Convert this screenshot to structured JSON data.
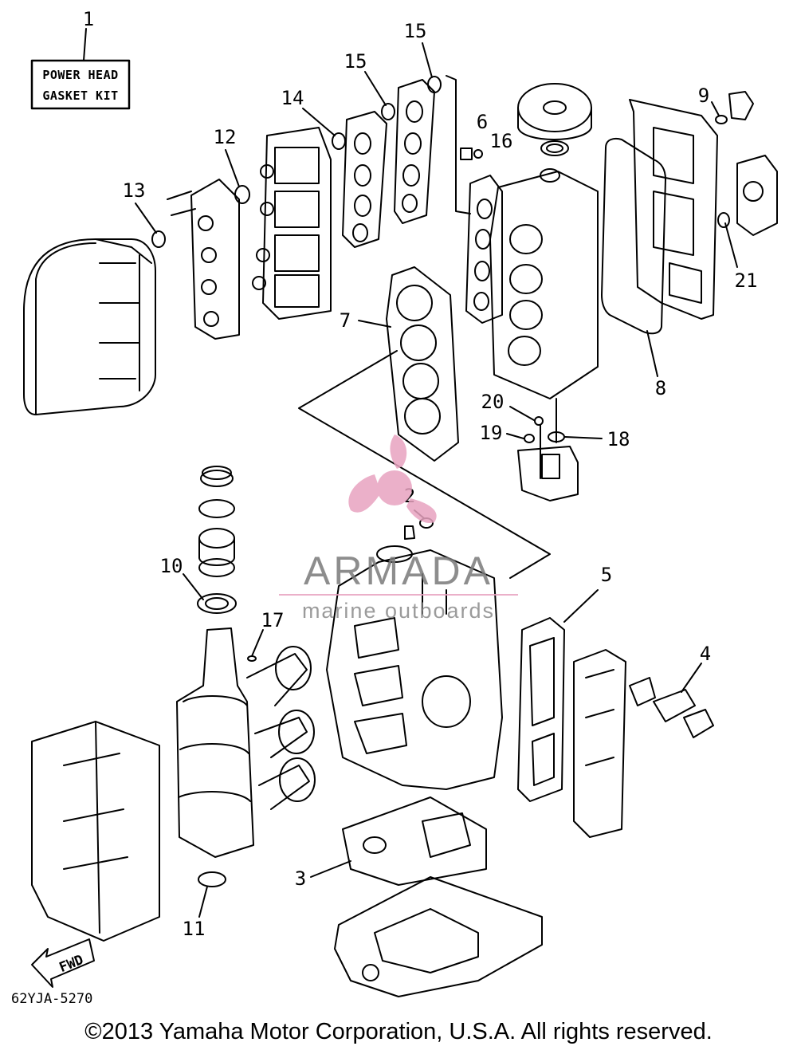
{
  "kit_box": {
    "line1": "POWER HEAD",
    "line2": "GASKET KIT"
  },
  "callouts": [
    {
      "id": "c1",
      "label": "1"
    },
    {
      "id": "c2",
      "label": "2"
    },
    {
      "id": "c3",
      "label": "3"
    },
    {
      "id": "c4",
      "label": "4"
    },
    {
      "id": "c5",
      "label": "5"
    },
    {
      "id": "c6",
      "label": "6"
    },
    {
      "id": "c7",
      "label": "7"
    },
    {
      "id": "c8",
      "label": "8"
    },
    {
      "id": "c9",
      "label": "9"
    },
    {
      "id": "c10",
      "label": "10"
    },
    {
      "id": "c11",
      "label": "11"
    },
    {
      "id": "c12",
      "label": "12"
    },
    {
      "id": "c13",
      "label": "13"
    },
    {
      "id": "c14",
      "label": "14"
    },
    {
      "id": "c15a",
      "label": "15"
    },
    {
      "id": "c15b",
      "label": "15"
    },
    {
      "id": "c16",
      "label": "16"
    },
    {
      "id": "c17",
      "label": "17"
    },
    {
      "id": "c18",
      "label": "18"
    },
    {
      "id": "c19",
      "label": "19"
    },
    {
      "id": "c20",
      "label": "20"
    },
    {
      "id": "c21",
      "label": "21"
    }
  ],
  "fwd_label": "FWD",
  "part_code": "62YJA-5270",
  "watermark": {
    "title": "ARMADA",
    "subtitle": "marine outboards",
    "color": "#e8a3c0"
  },
  "copyright": "©2013 Yamaha Motor Corporation, U.S.A. All rights reserved."
}
